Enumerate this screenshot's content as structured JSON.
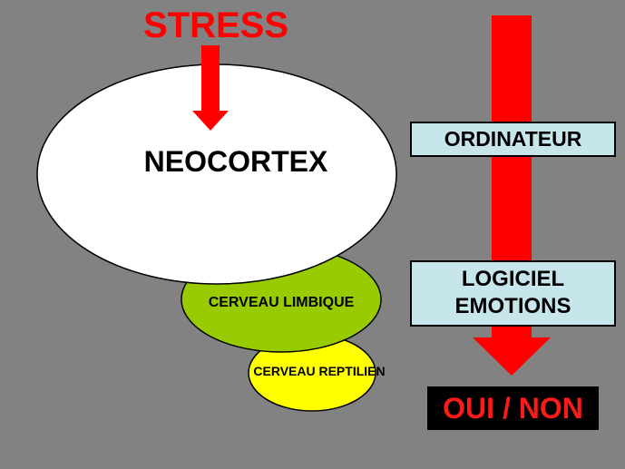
{
  "stress_label": "STRESS",
  "neocortex_label": "NEOCORTEX",
  "limbic_label": "CERVEAU LIMBIQUE",
  "reptilian_label": "CERVEAU REPTILIEN",
  "computer_label": "ORDINATEUR",
  "software_label_line1": "LOGICIEL",
  "software_label_line2": "EMOTIONS",
  "answer_label": "OUI / NON",
  "colors": {
    "background": "#828282",
    "arrow_red": "#ff0000",
    "neocortex_fill": "#ffffff",
    "limbic_fill": "#99cc00",
    "reptilian_fill": "#ffff00",
    "box_fill": "#c6e6ec",
    "answer_fill": "#000000",
    "answer_text": "#ff1a1a"
  }
}
